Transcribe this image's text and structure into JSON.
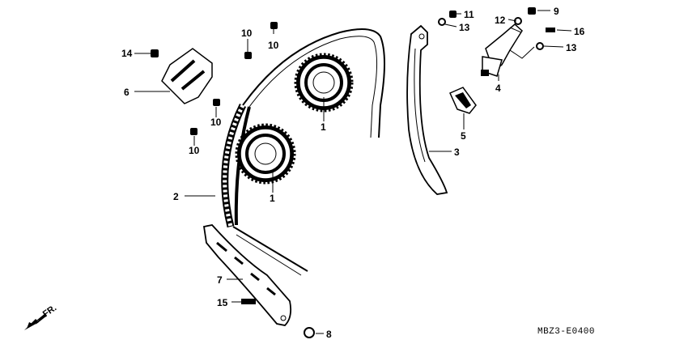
{
  "diagram_code": "MBZ3-E0400",
  "direction_label": "FR.",
  "callouts": {
    "c1a": "1",
    "c1b": "1",
    "c2": "2",
    "c3": "3",
    "c4": "4",
    "c5": "5",
    "c6": "6",
    "c7": "7",
    "c8": "8",
    "c9": "9",
    "c10a": "10",
    "c10b": "10",
    "c10c": "10",
    "c10d": "10",
    "c11": "11",
    "c12": "12",
    "c13a": "13",
    "c13b": "13",
    "c14": "14",
    "c15": "15",
    "c16": "16"
  }
}
